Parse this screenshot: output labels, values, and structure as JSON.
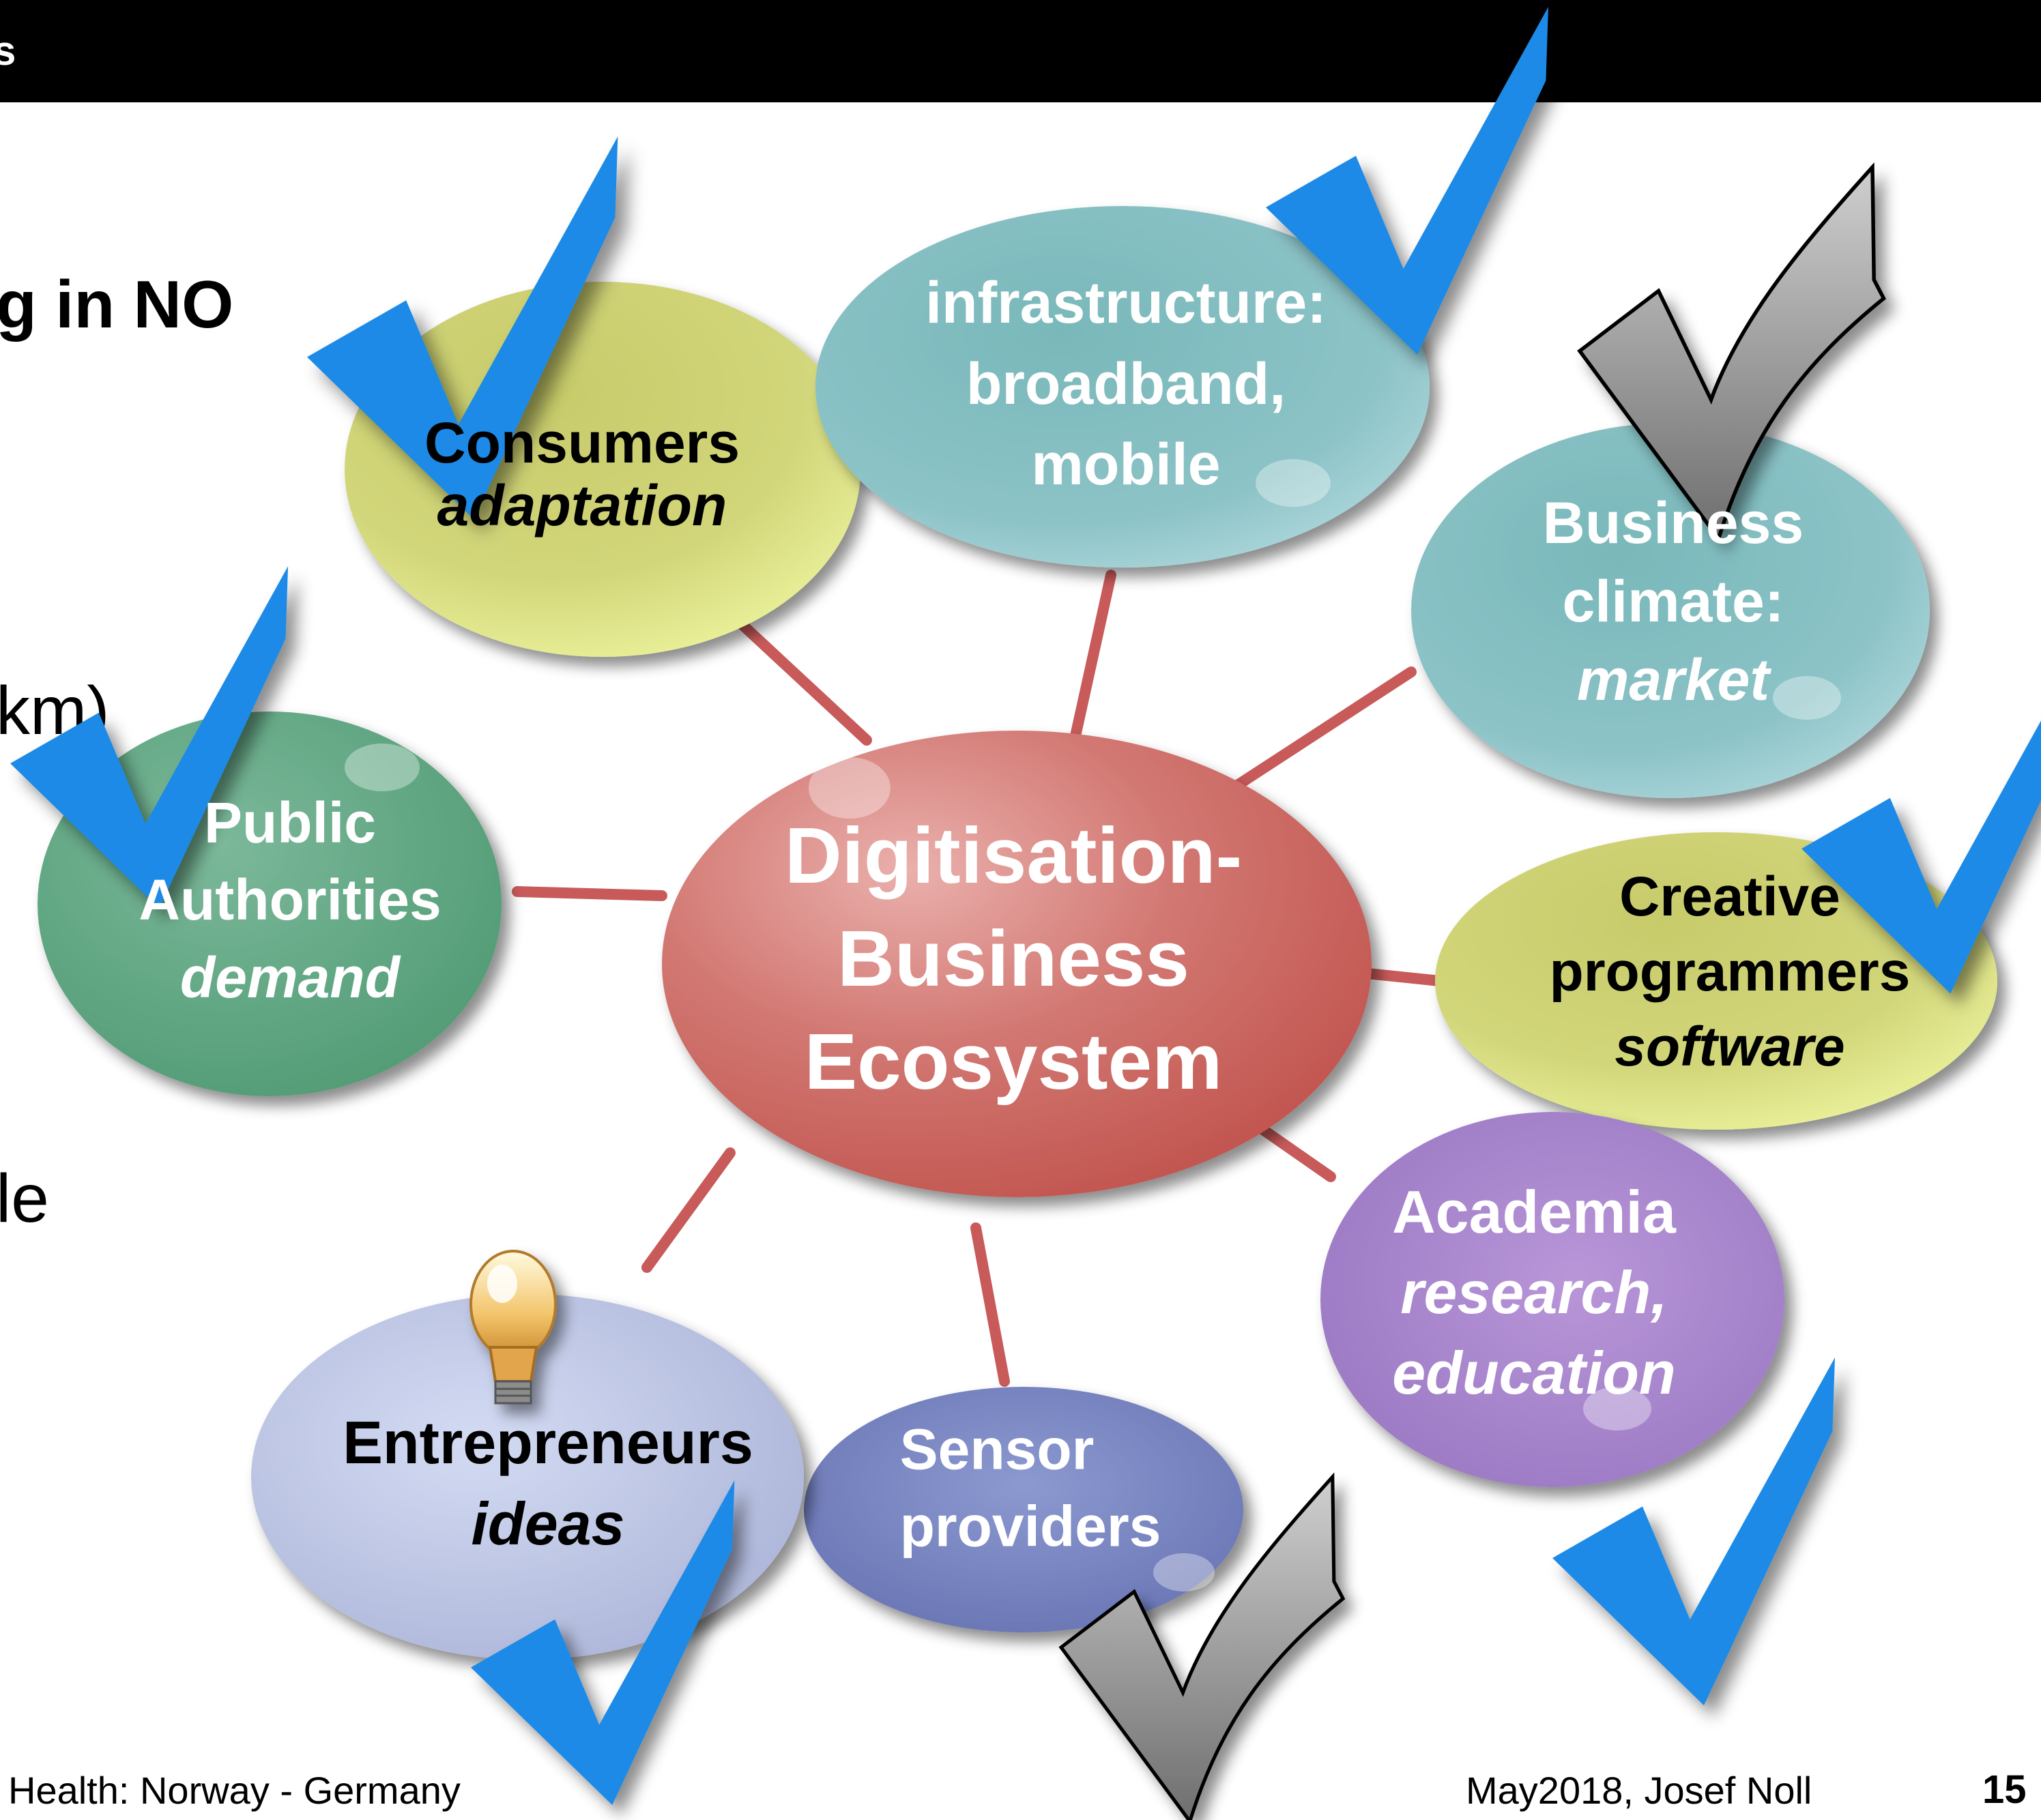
{
  "header": {
    "subtitle_fragment": "s"
  },
  "background_text": {
    "line1": "g in NO",
    "line2": "km)",
    "line3": "le"
  },
  "hub": {
    "lines": [
      "Digitisation-",
      "Business",
      "Ecosystem"
    ],
    "color": "#cd6a66"
  },
  "nodes": {
    "consumers": {
      "title": "Consumers",
      "subtitle": "adaptation",
      "color": "#c9cf6e",
      "check": "blue-check"
    },
    "infrastructure": {
      "lines": [
        "infrastructure:",
        "broadband,",
        "mobile"
      ],
      "color": "#8cc3c7",
      "check": "blue-check"
    },
    "business_climate": {
      "lines": [
        "Business",
        "climate:"
      ],
      "subtitle": "market",
      "color": "#8cc3c7",
      "check": "grey-check"
    },
    "public_authorities": {
      "lines": [
        "Public",
        "Authorities"
      ],
      "subtitle": "demand",
      "color": "#6fb08f",
      "check": "blue-check"
    },
    "creative_programmers": {
      "lines": [
        "Creative",
        "programmers"
      ],
      "subtitle": "software",
      "color": "#c9cf6e",
      "check": "blue-check"
    },
    "academia": {
      "title": "Academia",
      "subtitle_lines": [
        "research,",
        "education"
      ],
      "color": "#a684c7",
      "check": "blue-check"
    },
    "sensor_providers": {
      "lines": [
        "Sensor",
        "providers"
      ],
      "color": "#7b86bf",
      "check": "grey-check"
    },
    "entrepreneurs": {
      "title": "Entrepreneurs",
      "subtitle": "ideas",
      "color": "#b9c2e2",
      "check": "blue-check",
      "icon": "lightbulb-icon"
    }
  },
  "colors": {
    "connector": "#c85a5a",
    "check_blue": "#1a8ae6",
    "check_grey": "#8a8a8a"
  },
  "footer": {
    "left": "Health: Norway - Germany",
    "right": "May2018, Josef Noll",
    "page_number": "15"
  }
}
